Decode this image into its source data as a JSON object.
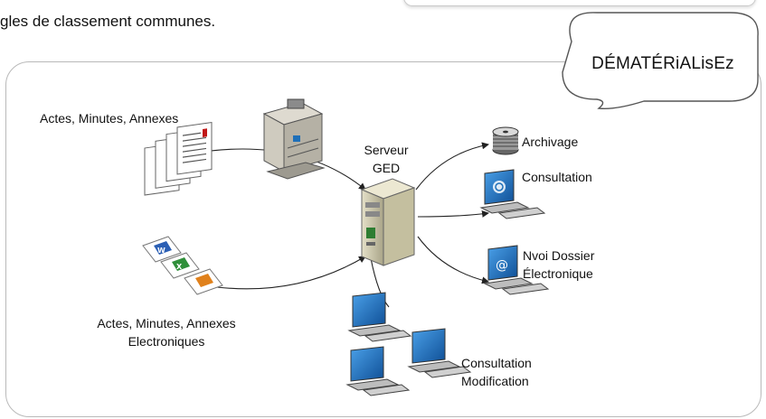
{
  "header": {
    "text": "gles de classement communes."
  },
  "bubble": {
    "text": "DÉMATÉRiALisEz"
  },
  "diagram": {
    "paper_docs_label": "Actes, Minutes, Annexes",
    "server_label": [
      "Serveur",
      "GED"
    ],
    "archive_label": "Archivage",
    "consultation_label": "Consultation",
    "send_label": [
      "Nvoi Dossier",
      "Électronique"
    ],
    "electronic_docs_label": [
      "Actes, Minutes, Annexes",
      "Electroniques"
    ],
    "workstations_label": [
      "Consultation",
      "Modification"
    ]
  },
  "icons": [
    "document-stack-icon",
    "scanner-copier-icon",
    "server-tower-icon",
    "disk-stack-icon",
    "monitor-web-icon",
    "monitor-email-icon",
    "word-file-icon",
    "excel-file-icon",
    "powerpoint-file-icon",
    "workstation-icon"
  ],
  "colors": {
    "screen": "#1e6fb8",
    "frame": "#b9b9b9",
    "device": "#c9c4a3"
  }
}
